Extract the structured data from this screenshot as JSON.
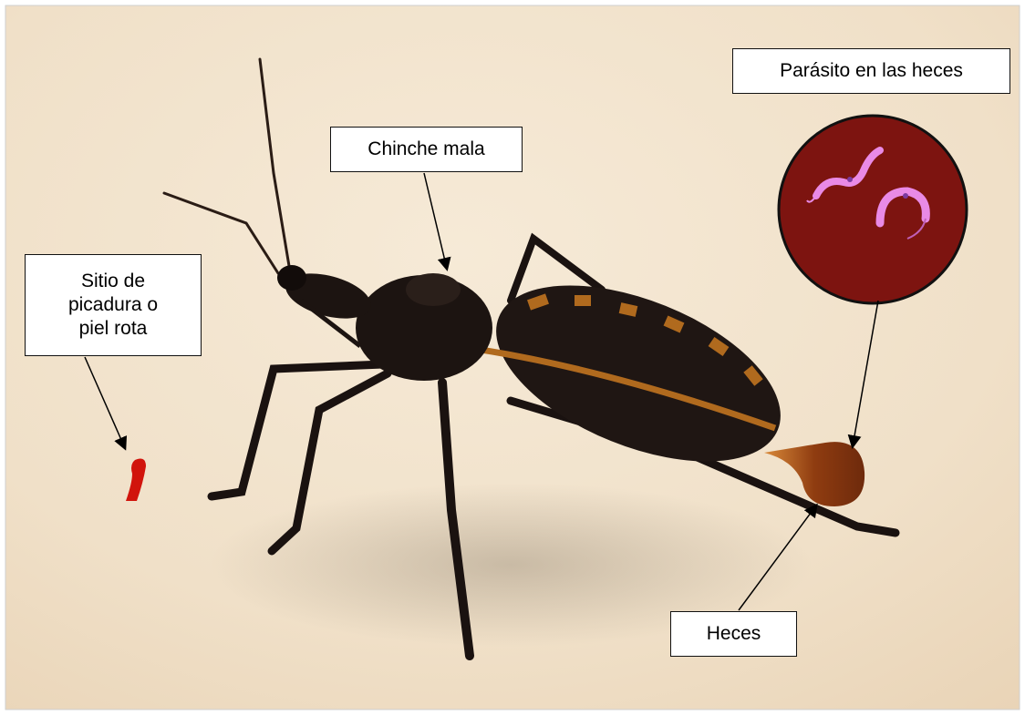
{
  "labels": {
    "chinche": "Chinche mala",
    "parasito": "Parásito en las heces",
    "sitio": "Sitio de\npicadura o\npiel rota",
    "heces": "Heces"
  },
  "colors": {
    "background_warm": "#f3e3cc",
    "bug_body": "#1f1613",
    "bug_stripe": "#b06a1e",
    "feces": "#8a3a12",
    "parasite_circle": "#7d1410",
    "parasite": "#e98ae6",
    "blood": "#d1140c"
  }
}
